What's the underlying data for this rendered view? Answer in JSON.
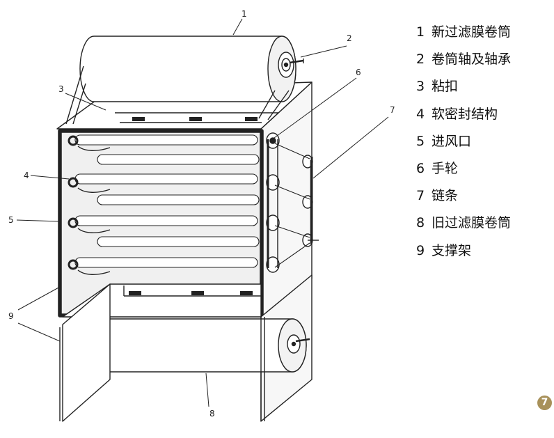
{
  "callouts": [
    "1",
    "2",
    "3",
    "4",
    "5",
    "6",
    "7",
    "8",
    "9"
  ],
  "legend": [
    {
      "num": "1",
      "label": "新过滤膜卷筒"
    },
    {
      "num": "2",
      "label": "卷筒轴及轴承"
    },
    {
      "num": "3",
      "label": "粘扣"
    },
    {
      "num": "4",
      "label": "软密封结构"
    },
    {
      "num": "5",
      "label": "进风口"
    },
    {
      "num": "6",
      "label": "手轮"
    },
    {
      "num": "7",
      "label": "链条"
    },
    {
      "num": "8",
      "label": "旧过滤膜卷筒"
    },
    {
      "num": "9",
      "label": "支撑架"
    }
  ],
  "badge": "7"
}
